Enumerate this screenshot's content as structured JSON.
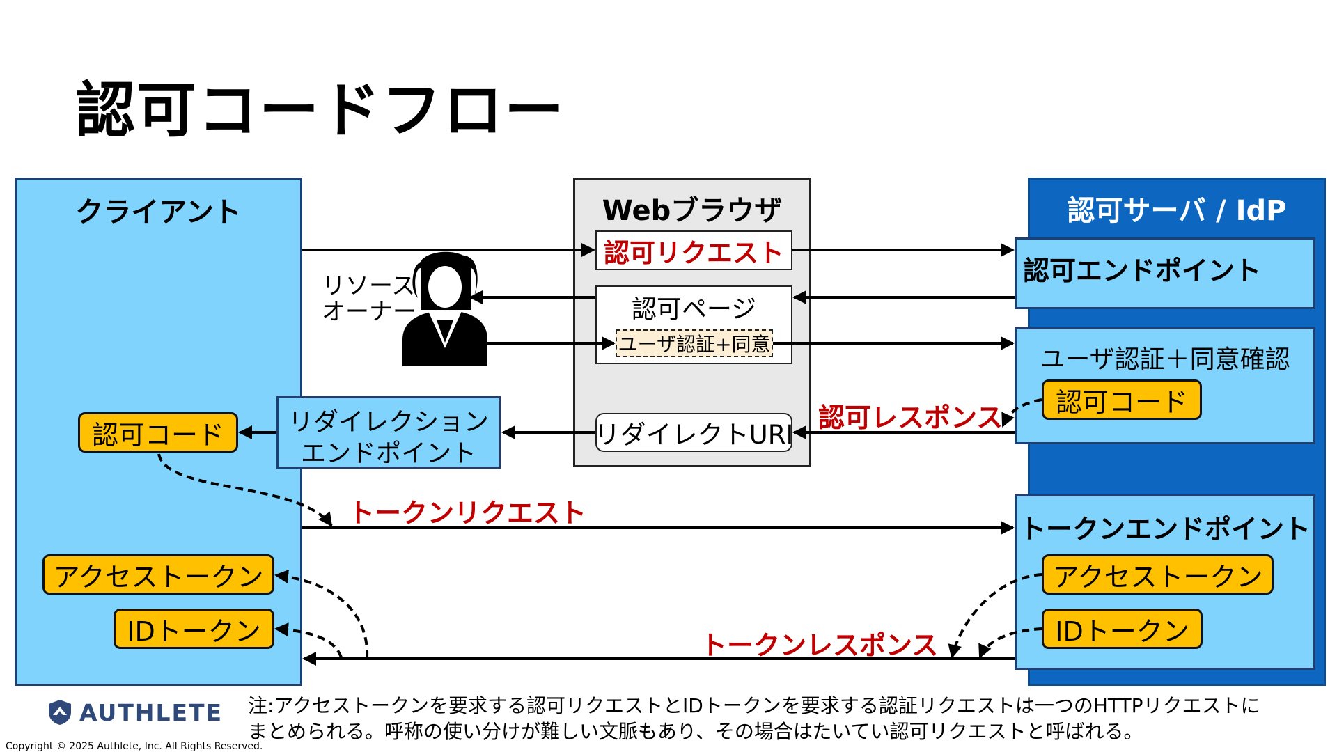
{
  "slide": {
    "title": "認可コードフロー",
    "copyright": "Copyright © 2025 Authlete, Inc. All Rights Reserved.",
    "logo_text": "AUTHLETE",
    "note_line1": "注:アクセストークンを要求する認可リクエストとIDトークンを要求する認証リクエストは一つのHTTPリクエストに",
    "note_line2": "まとめられる。呼称の使い分けが難しい文脈もあり、その場合はたいてい認可リクエストと呼ばれる。"
  },
  "client": {
    "title": "クライアント",
    "auth_code": "認可コード",
    "access_token": "アクセストークン",
    "id_token": "IDトークン"
  },
  "redirect_endpoint": {
    "line1": "リダイレクション",
    "line2": "エンドポイント"
  },
  "resource_owner": {
    "line1": "リソース",
    "line2": "オーナー"
  },
  "browser": {
    "title": "Webブラウザ",
    "auth_request": "認可リクエスト",
    "auth_page": "認可ページ",
    "user_auth_consent": "ユーザ認証+同意",
    "redirect_uri": "リダイレクトURI"
  },
  "server": {
    "title": "認可サーバ / IdP",
    "auth_endpoint": "認可エンドポイント",
    "user_auth_confirm": "ユーザ認証＋同意確認",
    "auth_code": "認可コード",
    "token_endpoint": "トークンエンドポイント",
    "access_token": "アクセストークン",
    "id_token": "IDトークン"
  },
  "arrows": {
    "auth_response": "認可レスポンス",
    "token_request": "トークンリクエスト",
    "token_response": "トークンレスポンス"
  },
  "colors": {
    "client_bg": "#7fd3fc",
    "server_bg": "#0d67c0",
    "browser_bg": "#e8e8e8",
    "token_fill": "#ffc000",
    "accent_red": "#c00000"
  }
}
